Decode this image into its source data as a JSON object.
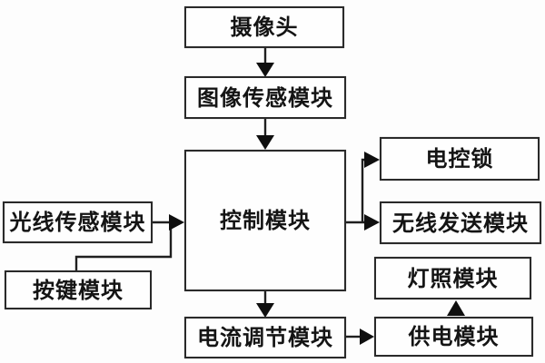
{
  "diagram": {
    "type": "flowchart",
    "nodes": {
      "camera": {
        "label": "摄像头"
      },
      "image_sensor": {
        "label": "图像传感模块"
      },
      "control": {
        "label": "控制模块"
      },
      "light_sensor": {
        "label": "光线传感模块"
      },
      "button": {
        "label": "按键模块"
      },
      "lock": {
        "label": "电控锁"
      },
      "wireless": {
        "label": "无线发送模块"
      },
      "lighting": {
        "label": "灯照模块"
      },
      "power": {
        "label": "供电模块"
      },
      "current": {
        "label": "电流调节模块"
      }
    },
    "edges": [
      {
        "from": "摄像头",
        "to": "图像传感模块"
      },
      {
        "from": "图像传感模块",
        "to": "控制模块"
      },
      {
        "from": "光线传感模块",
        "to": "控制模块"
      },
      {
        "from": "按键模块",
        "to": "控制模块"
      },
      {
        "from": "控制模块",
        "to": "电控锁"
      },
      {
        "from": "控制模块",
        "to": "无线发送模块"
      },
      {
        "from": "控制模块",
        "to": "电流调节模块"
      },
      {
        "from": "电流调节模块",
        "to": "供电模块"
      },
      {
        "from": "供电模块",
        "to": "灯照模块"
      }
    ],
    "colors": {
      "line": "#1f1f1f",
      "arrowhead": "#0f0f0f",
      "box_border": "#2a2a2a",
      "background": "#ffffff",
      "text": "#141414"
    }
  }
}
